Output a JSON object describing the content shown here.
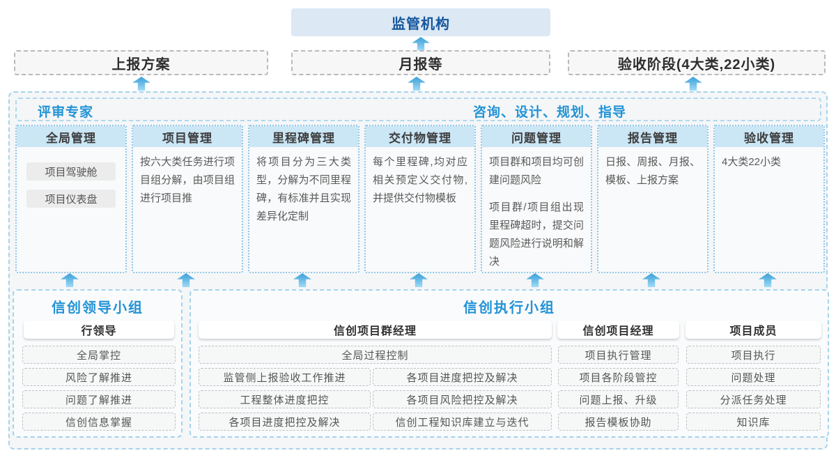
{
  "colors": {
    "accent_blue": "#2293d6",
    "dark_blue": "#15569d",
    "light_blue_fill": "#cbe6f5",
    "dashed_blue_border": "#a5d3ec",
    "arrow_blue": "#3da0d8"
  },
  "top": {
    "regulator": "监管机构"
  },
  "report_boxes": [
    {
      "label": "上报方案"
    },
    {
      "label": "月报等"
    },
    {
      "label": "验收阶段(4大类,22小类)"
    }
  ],
  "platform": {
    "left_role": "评审专家",
    "right_role": "咨询、设计、规划、指导",
    "columns": [
      {
        "title": "全局管理",
        "pills": [
          "项目驾驶舱",
          "项目仪表盘"
        ]
      },
      {
        "title": "项目管理",
        "paragraphs": [
          "按六大类任务进行项目组分解，由项目组进行项目推"
        ]
      },
      {
        "title": "里程碑管理",
        "paragraphs": [
          "将项目分为三大类型，分解为不同里程碑，有标准并且实现差异化定制"
        ]
      },
      {
        "title": "交付物管理",
        "paragraphs": [
          "每个里程碑,均对应相关预定义交付物,并提供交付物模板"
        ]
      },
      {
        "title": "问题管理",
        "paragraphs": [
          "项目群和项目均可创建问题风险",
          "项目群/项目组出现里程碑超时，提交问题风险进行说明和解决"
        ]
      },
      {
        "title": "报告管理",
        "paragraphs": [
          "日报、周报、月报、模板、上报方案"
        ]
      },
      {
        "title": "验收管理",
        "paragraphs": [
          "4大类22小类"
        ]
      }
    ]
  },
  "leader_group": {
    "title": "信创领导小组",
    "role": "行领导",
    "items": [
      "全局掌控",
      "风险了解推进",
      "问题了解推进",
      "信创信息掌握"
    ]
  },
  "exec_group": {
    "title": "信创执行小组",
    "program_manager": {
      "role": "信创项目群经理",
      "full_item": "全局过程控制",
      "col_left": [
        "监管侧上报验收工作推进",
        "工程整体进度把控",
        "各项目进度把控及解决"
      ],
      "col_right": [
        "各项目进度把控及解决",
        "各项目风险把控及解决",
        "信创工程知识库建立与迭代"
      ]
    },
    "project_manager": {
      "role": "信创项目经理",
      "items": [
        "项目执行管理",
        "项目各阶段管控",
        "问题上报、升级",
        "报告模板协助"
      ]
    },
    "member": {
      "role": "项目成员",
      "items": [
        "项目执行",
        "问题处理",
        "分派任务处理",
        "知识库"
      ]
    }
  }
}
